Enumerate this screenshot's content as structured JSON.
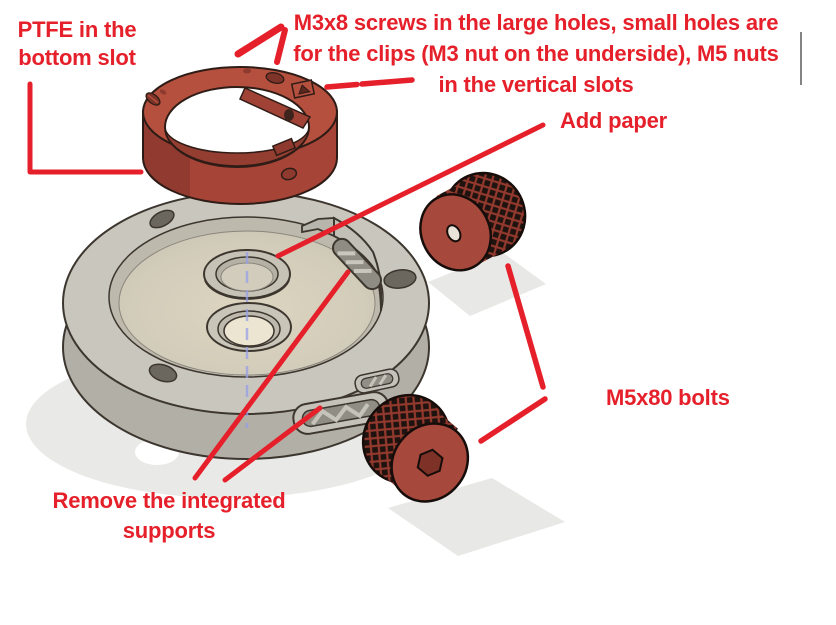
{
  "annotations": {
    "ptfe_label": "PTFE in the\nbottom slot",
    "screws_label": "M3x8 screws in the large holes, small holes are\nfor the clips (M3 nut on the underside), M5 nuts\nin the vertical slots",
    "add_paper_label": "Add paper",
    "bolts_label": "M5x80 bolts",
    "supports_label": "Remove the integrated\nsupports"
  },
  "colors": {
    "annotation_red": "#e5202a",
    "ring_red": "#b5503e",
    "knob_red": "#a6493c",
    "knurl_dark": "#1f1310",
    "base_gray": "#c9c6be",
    "base_inner": "#d6cfbe",
    "shadow_gray": "#e9e9e7",
    "axis_blue": "#98a0e8"
  }
}
